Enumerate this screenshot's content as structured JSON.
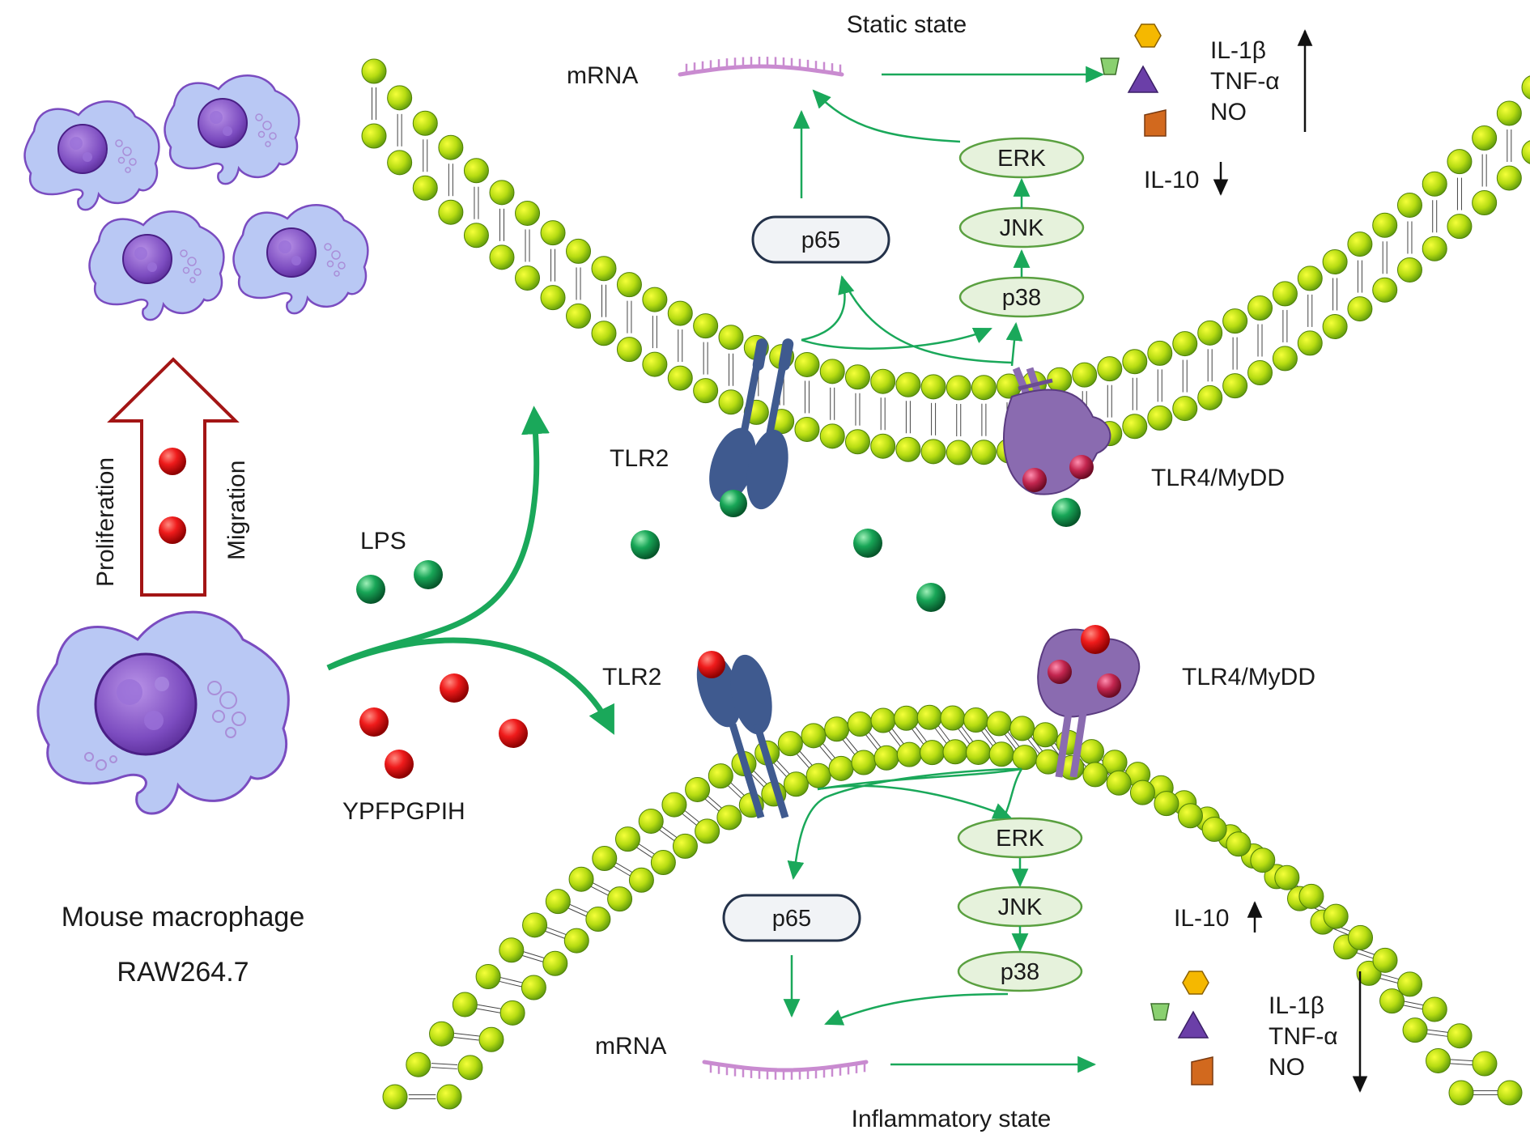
{
  "labels": {
    "static_state": "Static state",
    "inflammatory_state": "Inflammatory state",
    "mrna_top": "mRNA",
    "mrna_bottom": "mRNA",
    "tlr2_top": "TLR2",
    "tlr2_bottom": "TLR2",
    "tlr4_top": "TLR4/MyDD",
    "tlr4_bottom": "TLR4/MyDD",
    "lps": "LPS",
    "peptide": "YPFPGPIH",
    "proliferation": "Proliferation",
    "migration": "Migration",
    "cell_name": "Mouse macrophage",
    "cell_line": "RAW264.7"
  },
  "top_pathway": {
    "p65": "p65",
    "erk": "ERK",
    "jnk": "JNK",
    "p38": "p38",
    "cytokines_up": [
      "IL-1β",
      "TNF-α",
      "NO"
    ],
    "il10_down": "IL-10"
  },
  "bottom_pathway": {
    "p65": "p65",
    "erk": "ERK",
    "jnk": "JNK",
    "p38": "p38",
    "cytokines_down": [
      "IL-1β",
      "TNF-α",
      "NO"
    ],
    "il10_up": "IL-10"
  },
  "colors": {
    "arrow_green": "#1aa85a",
    "membrane_green": "#7dc21e",
    "tlr2_blue": "#3f5a8f",
    "tlr4_purple": "#8a6bb0",
    "lps_green": "#16924a",
    "peptide_red": "#e0141a",
    "mrna_pink": "#c98bd0",
    "kinase_fill": "#e6f2dc",
    "kinase_stroke": "#5aa040",
    "cell_fill": "#b9c8f4",
    "nucleus": "#8b5cc8",
    "prolif_arrow": "#a31515",
    "hexagon": "#f5b800",
    "triangle": "#6b3fa8",
    "trapezoid": "#8ad070",
    "square": "#d2691e"
  },
  "icons": [
    "macrophage-cell-icon",
    "membrane-bilayer-icon",
    "tlr2-receptor-icon",
    "tlr4-receptor-icon",
    "mrna-strand-icon",
    "lps-molecule-icon",
    "peptide-molecule-icon"
  ]
}
